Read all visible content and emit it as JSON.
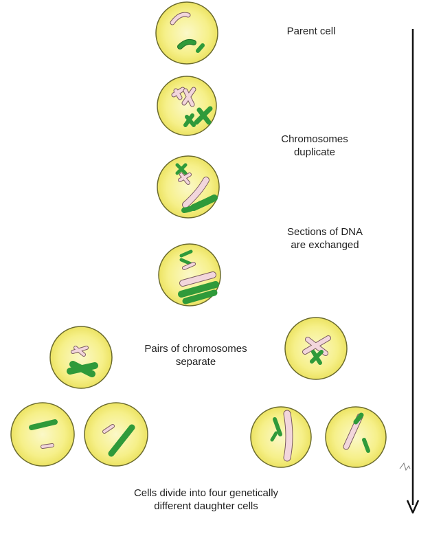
{
  "diagram": {
    "colors": {
      "cell_fill": "#f7f28a",
      "cell_outline": "#6b6b2e",
      "chromosome_green": "#2f9a3a",
      "chromosome_pink": "#f2d6dc",
      "arrow": "#111111"
    },
    "steps": [
      {
        "lines": [
          "Parent cell"
        ]
      },
      {
        "lines": [
          "Chromosomes",
          "duplicate"
        ]
      },
      {
        "lines": [
          "Sections of DNA",
          "are exchanged"
        ]
      },
      {
        "lines": [
          "Pairs of chromosomes",
          "separate"
        ]
      },
      {
        "lines": [
          "Cells divide into four genetically",
          "different daughter cells"
        ]
      }
    ]
  }
}
